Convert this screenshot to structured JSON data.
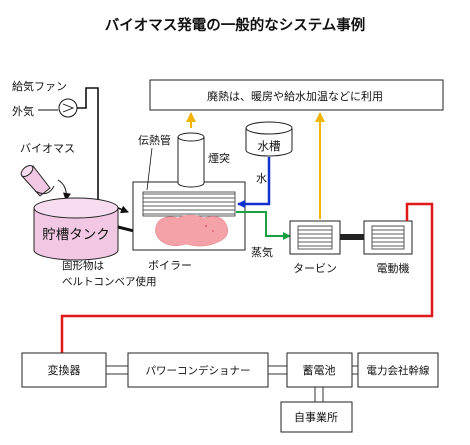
{
  "title": "バイオマス発電の一般的なシステム事例",
  "labels": {
    "fan": "給気ファン",
    "outside_air": "外気",
    "biomass": "バイオマス",
    "tank": "貯槽タンク",
    "conveyor_1": "固形物は",
    "conveyor_2": "ベルトコンベア使用",
    "heat_pipe": "伝熱管",
    "chimney": "煙突",
    "water_tank": "水槽",
    "water": "水",
    "boiler": "ボイラー",
    "steam": "蒸気",
    "turbine": "タービン",
    "generator": "電動機",
    "waste_heat": "廃熱は、暖房や給水加温などに利用"
  },
  "bottom": {
    "inverter": "変換器",
    "power_conditioner": "パワーコンデショナー",
    "battery": "蓄電池",
    "grid": "電力会社幹線",
    "self_use": "自事業所"
  },
  "colors": {
    "power_line": "#e01818",
    "heat_arrow": "#f0b400",
    "water_line": "#1230d0",
    "steam_line": "#1aa040",
    "fuel": "#f2c7e3",
    "fire": "#f4a2a8"
  }
}
